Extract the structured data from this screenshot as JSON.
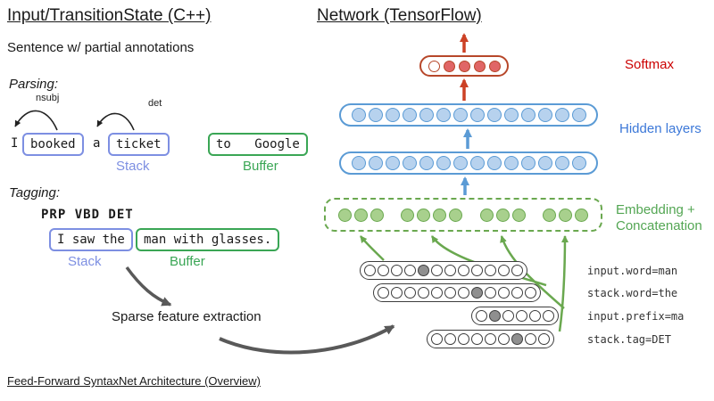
{
  "titles": {
    "left": "Input/TransitionState (C++)",
    "right": "Network (TensorFlow)",
    "footer": "Feed-Forward SyntaxNet Architecture (Overview)"
  },
  "left": {
    "subtitle": "Sentence w/ partial annotations",
    "parsing_label": "Parsing:",
    "arc_nsubj": "nsubj",
    "arc_det": "det",
    "tok_i": "I",
    "tok_booked": "booked",
    "tok_a": "a",
    "tok_ticket": "ticket",
    "tok_to_google": "to Google",
    "parsing_stack": "Stack",
    "parsing_buffer": "Buffer",
    "tagging_label": "Tagging:",
    "tags": "PRP VBD DET",
    "tag_stack_words": "I saw the",
    "tag_buffer_words": "man with glasses.",
    "tagging_stack": "Stack",
    "tagging_buffer": "Buffer",
    "sparse": "Sparse feature extraction"
  },
  "network": {
    "softmax_label": "Softmax",
    "hidden_label": "Hidden layers",
    "embedding_label_1": "Embedding +",
    "embedding_label_2": "Concatenation",
    "softmax": {
      "count": 5,
      "open_first": true
    },
    "hidden_layers": 2,
    "hidden_count": 14,
    "embedding_groups": [
      3,
      4,
      3,
      3
    ],
    "features": [
      {
        "label": "input.word=man",
        "count": 12,
        "filled": 4
      },
      {
        "label": "stack.word=the",
        "count": 12,
        "filled": 7
      },
      {
        "label": "input.prefix=ma",
        "count": 6,
        "filled": 1
      },
      {
        "label": "stack.tag=DET",
        "count": 9,
        "filled": 6
      }
    ]
  },
  "colors": {
    "stack_blue": "#7d8fe2",
    "buffer_green": "#3aa655",
    "hidden_blue": "#5b9bd5",
    "hidden_label_blue": "#3c78d8",
    "softmax_red": "#b7472a",
    "softmax_label_red": "#cc0000",
    "embedding_green": "#6aa84f",
    "arrow_gray": "#595959"
  }
}
